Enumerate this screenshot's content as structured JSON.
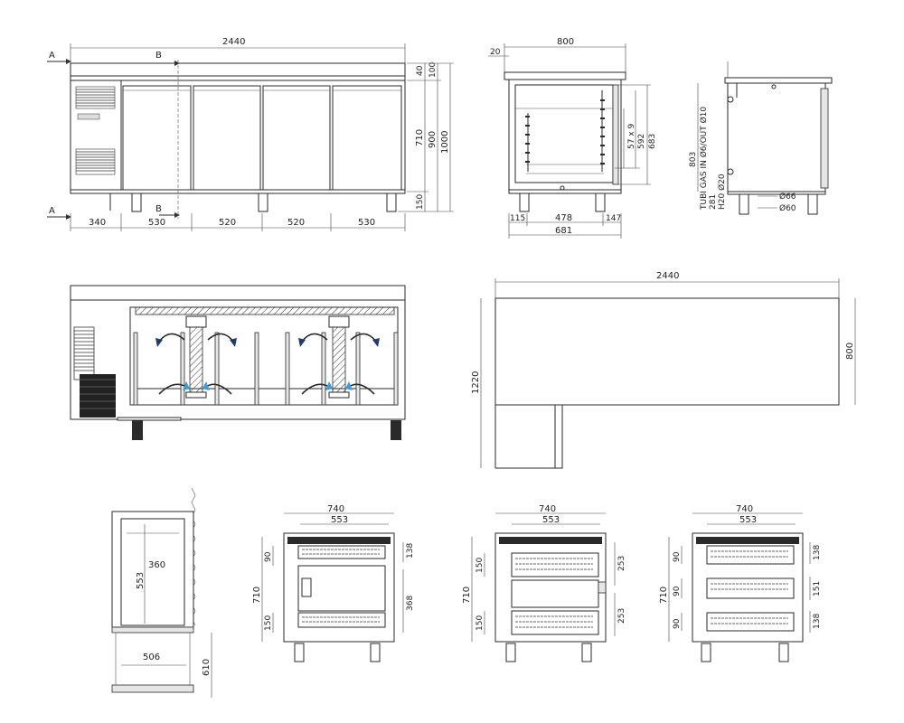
{
  "section_marks": {
    "a": "A",
    "b": "B"
  },
  "front": {
    "overall_width": "2440",
    "top_40": "40",
    "top_100": "100",
    "h_710": "710",
    "h_900": "900",
    "h_1000": "1000",
    "leg_150": "150",
    "w_340": "340",
    "w_530a": "530",
    "w_520a": "520",
    "w_520b": "520",
    "w_530b": "530"
  },
  "side": {
    "depth_800": "800",
    "d_20": "20",
    "d_115": "115",
    "d_478": "478",
    "d_147": "147",
    "d_681": "681",
    "h_57x9": "57 x 9",
    "h_592": "592",
    "h_683": "683"
  },
  "side_right": {
    "h_803": "803",
    "gas_label": "TUBI GAS IN Ø6/OUT Ø10",
    "h_281": "281",
    "h2o_label": "H20 Ø20",
    "d_66": "Ø66",
    "d_60": "Ø60"
  },
  "plan": {
    "width_2440": "2440",
    "depth_800": "800",
    "h_1220": "1220"
  },
  "drawer_detail": {
    "h_360": "360",
    "h_553": "553",
    "w_506": "506",
    "h_610": "610"
  },
  "drawer_a": {
    "w_740": "740",
    "w_553": "553",
    "h_710": "710",
    "h_90": "90",
    "h_150": "150",
    "h_138": "138",
    "h_368": "368"
  },
  "drawer_b": {
    "w_740": "740",
    "w_553": "553",
    "h_710": "710",
    "h_150a": "150",
    "h_150b": "150",
    "h_253a": "253",
    "h_253b": "253"
  },
  "drawer_c": {
    "w_740": "740",
    "w_553": "553",
    "h_710": "710",
    "h_90a": "90",
    "h_90b": "90",
    "h_90c": "90",
    "h_138a": "138",
    "h_151": "151",
    "h_138b": "138"
  }
}
